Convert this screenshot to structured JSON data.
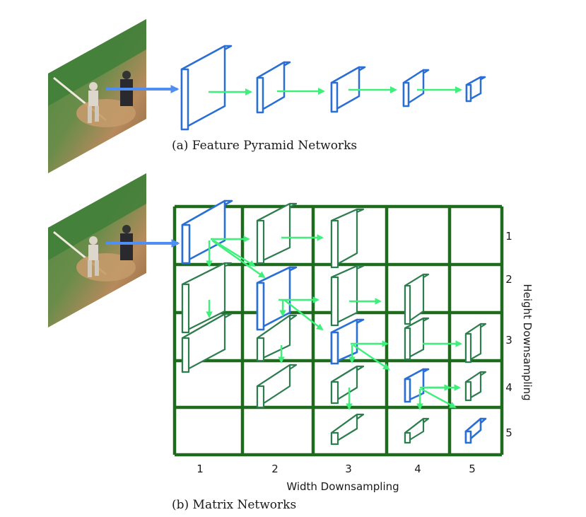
{
  "captions": {
    "fpn": "(a) Feature Pyramid Networks",
    "matrix": "(b) Matrix Networks"
  },
  "axes": {
    "x_label": "Width Downsampling",
    "y_label": "Height Downsampling",
    "x_ticks": [
      "1",
      "2",
      "3",
      "4",
      "5"
    ],
    "y_ticks": [
      "1",
      "2",
      "3",
      "4",
      "5"
    ]
  },
  "colors": {
    "fpn_block": "#2a6fd6",
    "grid": "#1e6b1e",
    "matrix_block": "#2e7d4f",
    "highlight_block": "#2a6fd6",
    "arrow_green": "#3cf07a",
    "arrow_blue": "#4f8ff5"
  },
  "matrix_cells": [
    {
      "row": 1,
      "col": 1,
      "highlight": true
    },
    {
      "row": 1,
      "col": 2,
      "highlight": false
    },
    {
      "row": 1,
      "col": 3,
      "highlight": false
    },
    {
      "row": 2,
      "col": 1,
      "highlight": false
    },
    {
      "row": 2,
      "col": 2,
      "highlight": true
    },
    {
      "row": 2,
      "col": 3,
      "highlight": false
    },
    {
      "row": 2,
      "col": 4,
      "highlight": false
    },
    {
      "row": 3,
      "col": 1,
      "highlight": false
    },
    {
      "row": 3,
      "col": 2,
      "highlight": false
    },
    {
      "row": 3,
      "col": 3,
      "highlight": true
    },
    {
      "row": 3,
      "col": 4,
      "highlight": false
    },
    {
      "row": 3,
      "col": 5,
      "highlight": false
    },
    {
      "row": 4,
      "col": 2,
      "highlight": false
    },
    {
      "row": 4,
      "col": 3,
      "highlight": false
    },
    {
      "row": 4,
      "col": 4,
      "highlight": true
    },
    {
      "row": 4,
      "col": 5,
      "highlight": false
    },
    {
      "row": 5,
      "col": 3,
      "highlight": false
    },
    {
      "row": 5,
      "col": 4,
      "highlight": false
    },
    {
      "row": 5,
      "col": 5,
      "highlight": true
    }
  ]
}
